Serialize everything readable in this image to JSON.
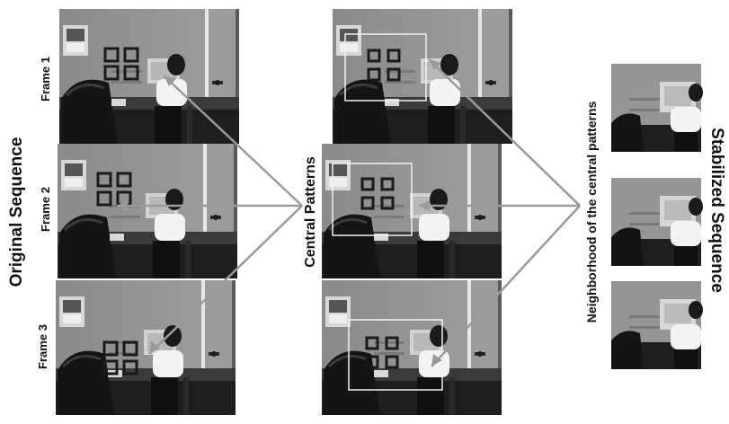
{
  "labels": {
    "original_sequence": "Original Sequence",
    "frame_1": "Frame 1",
    "frame_2": "Frame 2",
    "frame_3": "Frame 3",
    "central_patterns": "Central Patterns",
    "neighborhood": "Neighborhood of the central patterns",
    "stabilized_sequence": "Stabilized Sequence"
  },
  "colors": {
    "arrow": "#9a9a9a",
    "pattern_box": "#1a1a1a",
    "neighborhood_box": "#f2f2f2"
  }
}
